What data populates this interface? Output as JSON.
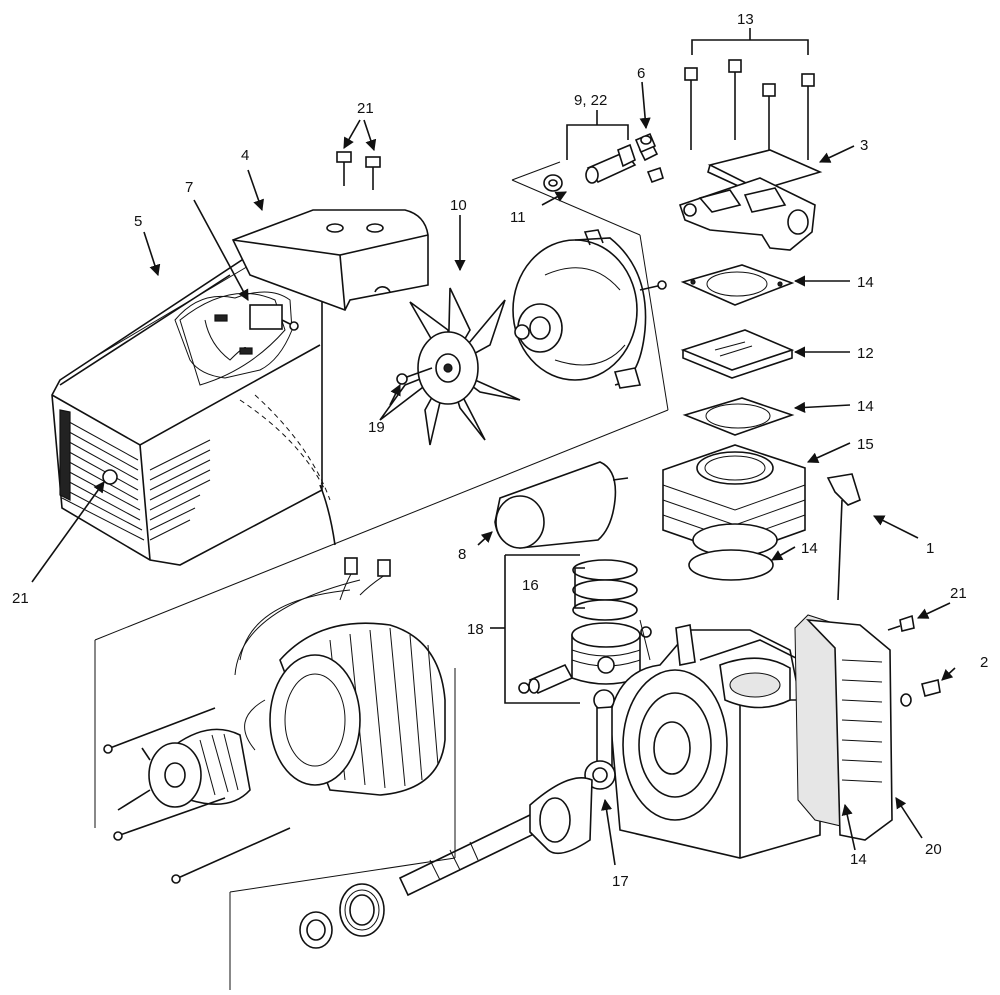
{
  "callouts": {
    "c1": "1",
    "c2": "2",
    "c3": "3",
    "c4": "4",
    "c5": "5",
    "c6": "6",
    "c7": "7",
    "c8": "8",
    "c9_22": "9, 22",
    "c10": "10",
    "c11": "11",
    "c12": "12",
    "c13": "13",
    "c14a": "14",
    "c14b": "14",
    "c14c": "14",
    "c14d": "14",
    "c15": "15",
    "c16": "16",
    "c17": "17",
    "c18": "18",
    "c19": "19",
    "c20": "20",
    "c21a": "21",
    "c21b": "21",
    "c21c": "21"
  },
  "parts": [
    "shroud-5",
    "motor-cover-4",
    "terminal-block-7",
    "fan-10",
    "motor-end-bell-11",
    "valve-plate-12",
    "head-3",
    "head-bolts-13",
    "gaskets-14",
    "cylinder-15",
    "piston-rings-16",
    "connecting-rod-17",
    "piston-assembly-18",
    "fan-screw-19",
    "side-cover-20",
    "screws-21",
    "capacitor-8",
    "breather-1",
    "stator",
    "rotor",
    "crankshaft",
    "crankcase",
    "bearing",
    "oil-seal"
  ]
}
